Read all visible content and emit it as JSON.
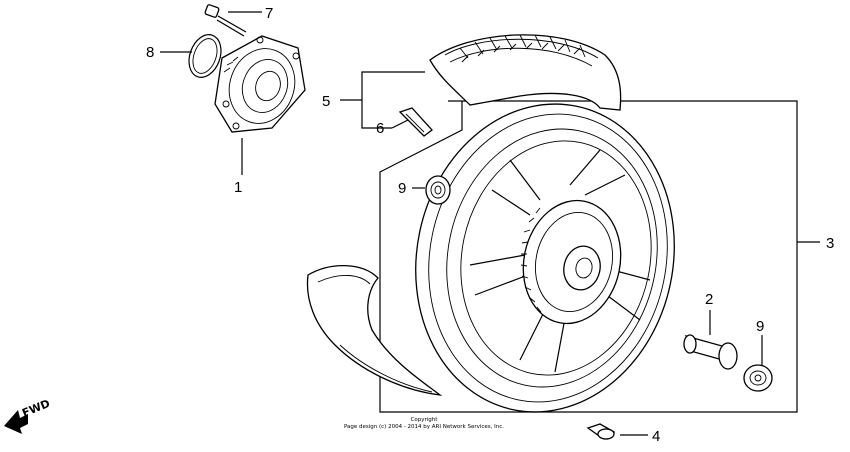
{
  "diagram": {
    "callouts": [
      {
        "id": "c1",
        "label": "1"
      },
      {
        "id": "c2",
        "label": "2"
      },
      {
        "id": "c3",
        "label": "3"
      },
      {
        "id": "c4",
        "label": "4"
      },
      {
        "id": "c5",
        "label": "5"
      },
      {
        "id": "c6",
        "label": "6"
      },
      {
        "id": "c7",
        "label": "7"
      },
      {
        "id": "c8",
        "label": "8"
      },
      {
        "id": "c9a",
        "label": "9"
      },
      {
        "id": "c9b",
        "label": "9"
      }
    ],
    "fwd_label": "FWD",
    "copyright_title": "Copyright",
    "copyright_text": "Page design (c) 2004 - 2014 by ARI Network Services, Inc."
  },
  "colors": {
    "line": "#000000",
    "background": "#ffffff"
  }
}
